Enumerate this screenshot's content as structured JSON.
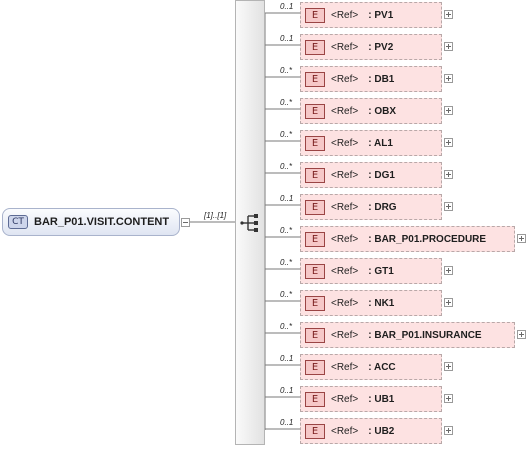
{
  "complex_type": {
    "badge": "CT",
    "name": "BAR_P01.VISIT.CONTENT",
    "sequence_cardinality": "[1]..[1]"
  },
  "element_badge": "E",
  "ref_label": "<Ref>",
  "elements": [
    {
      "cardinality": "0..1",
      "name": ": PV1"
    },
    {
      "cardinality": "0..1",
      "name": ": PV2"
    },
    {
      "cardinality": "0..*",
      "name": ": DB1"
    },
    {
      "cardinality": "0..*",
      "name": ": OBX"
    },
    {
      "cardinality": "0..*",
      "name": ": AL1"
    },
    {
      "cardinality": "0..*",
      "name": ": DG1"
    },
    {
      "cardinality": "0..1",
      "name": ": DRG"
    },
    {
      "cardinality": "0..*",
      "name": ": BAR_P01.PROCEDURE"
    },
    {
      "cardinality": "0..*",
      "name": ": GT1"
    },
    {
      "cardinality": "0..*",
      "name": ": NK1"
    },
    {
      "cardinality": "0..*",
      "name": ": BAR_P01.INSURANCE"
    },
    {
      "cardinality": "0..1",
      "name": ": ACC"
    },
    {
      "cardinality": "0..1",
      "name": ": UB1"
    },
    {
      "cardinality": "0..1",
      "name": ": UB2"
    }
  ]
}
